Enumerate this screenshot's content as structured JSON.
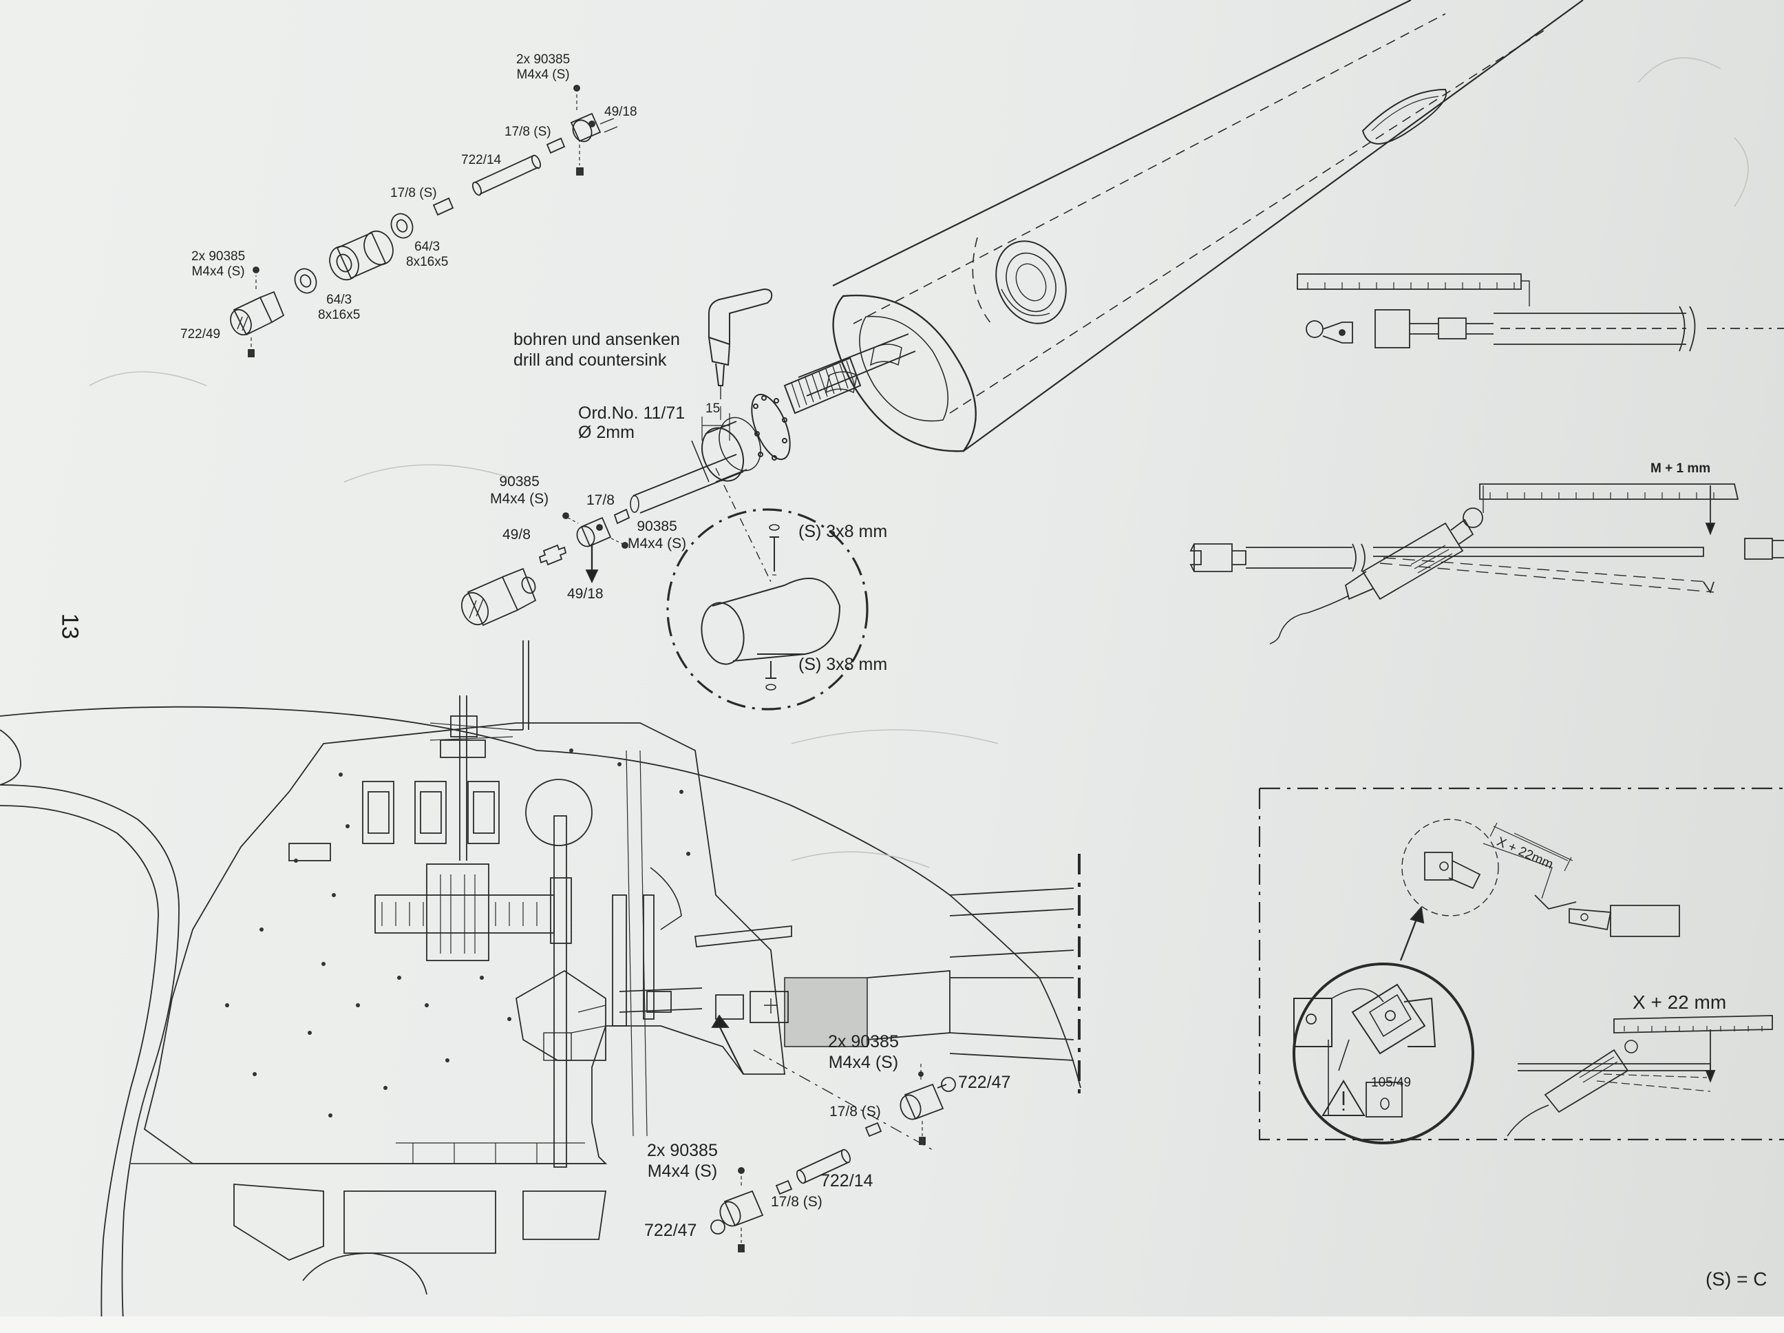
{
  "page": {
    "number": "13"
  },
  "exploded_view": {
    "top_screws": "2x 90385\nM4x4 (S)",
    "ball_link_top": "49/18",
    "pin_upper": "17/8 (S)",
    "rod_upper": "722/14",
    "pin_mid": "17/8 (S)",
    "bearing_right": "64/3\n8x16x5",
    "left_screws": "2x 90385\nM4x4 (S)",
    "bearing_left": "64/3\n8x16x5",
    "coupler_left": "722/49"
  },
  "drilling": {
    "instruction_de": "bohren und ansenken",
    "instruction_en": "drill and countersink",
    "drill_ordno": "Ord.No. 11/71",
    "drill_diameter": "Ø 2mm",
    "dimension": "15"
  },
  "coupling": {
    "screw_left": "90385\nM4x4 (S)",
    "pin": "17/8",
    "screw_right": "90385\nM4x4 (S)",
    "ball_link_left": "49/8",
    "ball_link_arrow": "49/18"
  },
  "detail_circle": {
    "screw_top": "(S)  3x8 mm",
    "screw_bottom": "(S)  3x8 mm"
  },
  "measure_1": {
    "label": "M + 1 mm"
  },
  "bottom_assembly": {
    "screws_upper": "2x 90385\nM4x4 (S)",
    "link_upper": "722/47",
    "pin_upper": "17/8 (S)",
    "screws_lower": "2x 90385\nM4x4 (S)",
    "rod": "722/14",
    "pin_lower": "17/8 (S)",
    "link_lower": "722/47"
  },
  "detail_box": {
    "small_dim": "X + 22mm",
    "part": "105/49",
    "measure_label": "X + 22 mm"
  },
  "footnote": "(S) = C"
}
